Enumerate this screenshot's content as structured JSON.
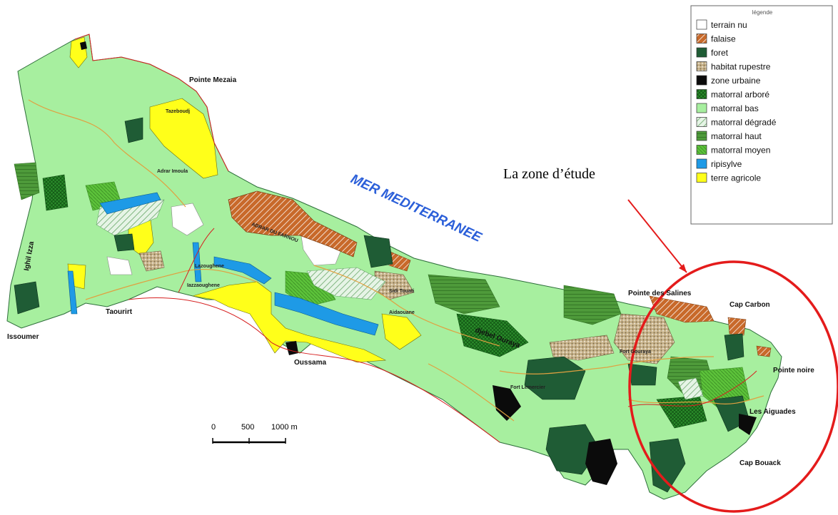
{
  "colors": {
    "terrain_nu": "#ffffff",
    "falaise": "#c8692a",
    "foret": "#1f5c35",
    "habitat_rupestre": "#c9b48c",
    "zone_urbaine": "#0b0b0b",
    "matorral_arbore": "#2a8c2a",
    "matorral_bas": "#a7ef9f",
    "matorral_degrade": "#d9ecd9",
    "matorral_haut": "#4e9a3a",
    "matorral_moyen": "#5cc23a",
    "ripisylve": "#1e9ae6",
    "terre_agricole": "#ffff1a",
    "roads": "#e0a040",
    "boundary": "#d62020",
    "study_circle": "#e41b1b",
    "sea_label": "#2b5fd9"
  },
  "legend": {
    "title": "légende",
    "items": [
      {
        "label": "terrain nu",
        "color_key": "terrain_nu"
      },
      {
        "label": "falaise",
        "color_key": "falaise"
      },
      {
        "label": "foret",
        "color_key": "foret"
      },
      {
        "label": "habitat rupestre",
        "color_key": "habitat_rupestre"
      },
      {
        "label": "zone urbaine",
        "color_key": "zone_urbaine"
      },
      {
        "label": "matorral arboré",
        "color_key": "matorral_arbore"
      },
      {
        "label": "matorral bas",
        "color_key": "matorral_bas"
      },
      {
        "label": "matorral dégradé",
        "color_key": "matorral_degrade"
      },
      {
        "label": "matorral haut",
        "color_key": "matorral_haut"
      },
      {
        "label": "matorral moyen",
        "color_key": "matorral_moyen"
      },
      {
        "label": "ripisylve",
        "color_key": "ripisylve"
      },
      {
        "label": "terre agricole",
        "color_key": "terre_agricole"
      }
    ]
  },
  "labels": {
    "sea": "MER MEDITERRANEE",
    "study_zone": "La  zone d’étude",
    "places": {
      "pointe_mezaia": "Pointe Mezaia",
      "tazeboudj": "Tazeboudj",
      "adrar_imoula": "Adrar Imoula",
      "ighil_izza": "Ighil Izza",
      "issoumer": "Issoumer",
      "taourirt": "Taourirt",
      "oussama": "Oussama",
      "adrar_du_farnou": "ADRAR DU FARNOU",
      "djebel_ouraya": "djebel Ouraya",
      "pointe_des_salines": "Pointe des Salines",
      "cap_carbon": "Cap Carbon",
      "pointe_noire": "Pointe noire",
      "les_aiguades": "Les Aiguades",
      "cap_bouack": "Cap Bouack",
      "fort_gouraya": "Fort Gouraya",
      "fort_lemercier": "Fort Lemercier",
      "aidaouane": "Aidaouane",
      "sidi_touati": "Sidi Touati",
      "lazoughene": "Lazoughene",
      "lazzaoughene_ouest": "Iazzaoughene"
    }
  },
  "scale": {
    "ticks": [
      "0",
      "500",
      "1000 m"
    ]
  }
}
